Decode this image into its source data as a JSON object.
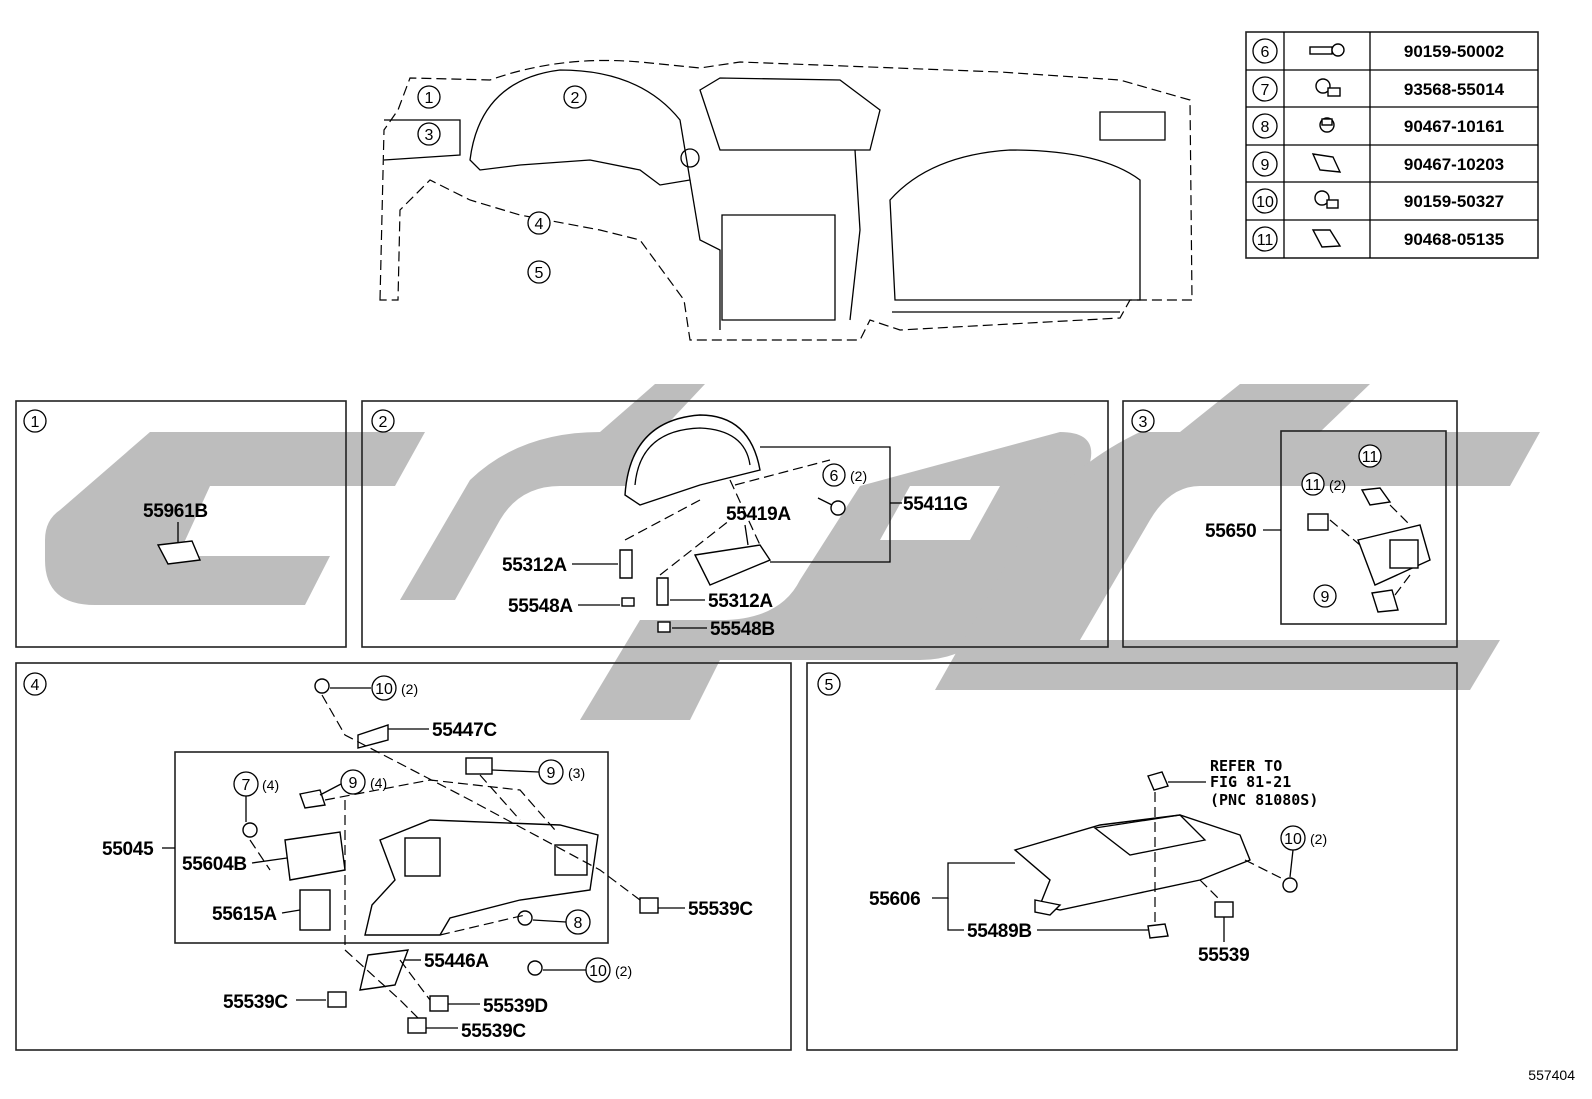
{
  "figure_number": "557404",
  "fastener_table": [
    {
      "ref": "6",
      "part_no": "90159-50002"
    },
    {
      "ref": "7",
      "part_no": "93568-55014"
    },
    {
      "ref": "8",
      "part_no": "90467-10161"
    },
    {
      "ref": "9",
      "part_no": "90467-10203"
    },
    {
      "ref": "10",
      "part_no": "90159-50327"
    },
    {
      "ref": "11",
      "part_no": "90468-05135"
    }
  ],
  "overview": {
    "callouts": [
      "1",
      "2",
      "3",
      "4",
      "5"
    ]
  },
  "panel1": {
    "ref": "1",
    "labels": {
      "p55961B": "55961B"
    }
  },
  "panel2": {
    "ref": "2",
    "labels": {
      "p55419A": "55419A",
      "p55411G": "55411G",
      "p55312A_1": "55312A",
      "p55312A_2": "55312A",
      "p55548A": "55548A",
      "p55548B": "55548B"
    },
    "callout": {
      "ref": "6",
      "qty": "(2)"
    }
  },
  "panel3": {
    "ref": "3",
    "labels": {
      "p55650": "55650"
    },
    "callouts": {
      "c11a": "11",
      "c11b": "11",
      "c9": "9",
      "qty11": "(2)"
    }
  },
  "panel4": {
    "ref": "4",
    "labels": {
      "p55447C": "55447C",
      "p55045": "55045",
      "p55604B": "55604B",
      "p55615A": "55615A",
      "p55539C_1": "55539C",
      "p55446A": "55446A",
      "p55539C_2": "55539C",
      "p55539D": "55539D",
      "p55539C_3": "55539C"
    },
    "callouts": {
      "c10a": "10",
      "q10a": "(2)",
      "c7": "7",
      "q7": "(4)",
      "c9a": "9",
      "q9a": "(4)",
      "c9b": "9",
      "q9b": "(3)",
      "c8": "8",
      "c10b": "10",
      "q10b": "(2)"
    }
  },
  "panel5": {
    "ref": "5",
    "labels": {
      "p55606": "55606",
      "p55489B": "55489B",
      "p55539": "55539"
    },
    "refer_note": [
      "REFER TO",
      "FIG 81-21",
      "(PNC 81080S)"
    ],
    "callouts": {
      "c10": "10",
      "q10": "(2)"
    }
  }
}
